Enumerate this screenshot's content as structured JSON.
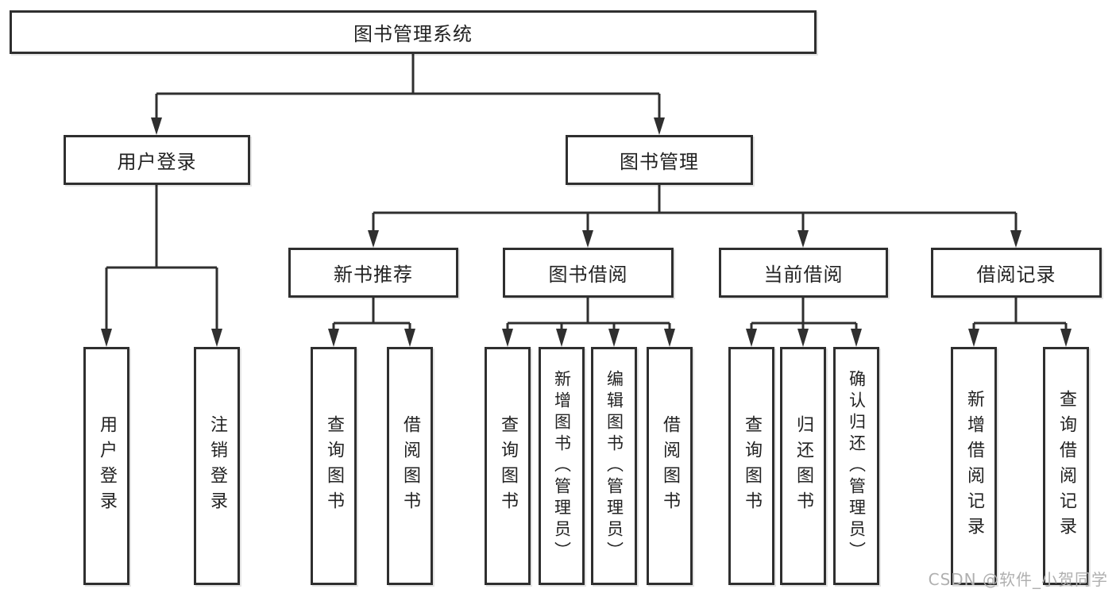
{
  "diagram": {
    "nodes": {
      "root": "图书管理系统",
      "user_login": "用户登录",
      "book_management": "图书管理",
      "new_book_recommend": "新书推荐",
      "book_borrowing": "图书借阅",
      "current_borrowing": "当前借阅",
      "borrowing_records": "借阅记录"
    },
    "leaves": [
      {
        "label": "用户登录"
      },
      {
        "label": "注销登录"
      },
      {
        "label": "查询图书"
      },
      {
        "label": "借阅图书"
      },
      {
        "label": "查询图书"
      },
      {
        "label": "新增图书（管理员）"
      },
      {
        "label": "编辑图书（管理员）"
      },
      {
        "label": "借阅图书"
      },
      {
        "label": "查询图书"
      },
      {
        "label": "归还图书"
      },
      {
        "label": "确认归还（管理员）"
      },
      {
        "label": "新增借阅记录"
      },
      {
        "label": "查询借阅记录"
      }
    ],
    "watermark": "CSDN @软件_小贺同学",
    "colors": {
      "line": "#2f2f2f",
      "text": "#222222",
      "watermark": "#b0b0b0",
      "background": "#ffffff"
    }
  }
}
